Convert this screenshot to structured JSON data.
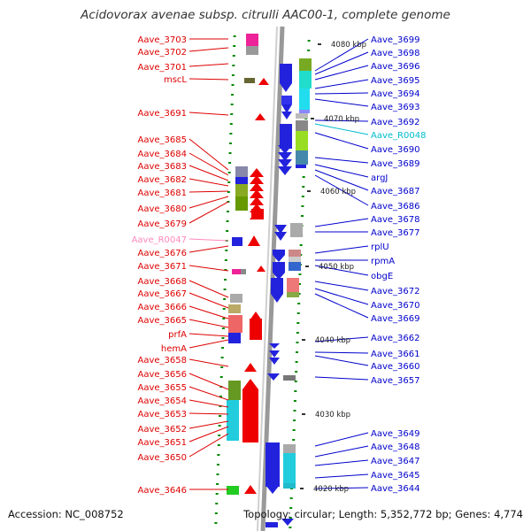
{
  "title": "Acidovorax avenae subsp. citrulli AAC00-1, complete genome",
  "footer": {
    "accession": "Accession: NC_008752",
    "topology": "Topology: circular; Length: 5,352,772 bp; Genes: 4,774"
  },
  "colors": {
    "left_label": "#dd0000",
    "right_label": "#0000cc",
    "rna_right_label": "#00bbcc",
    "rna_left_label": "#ff88bb",
    "backbone": "#999999",
    "tick": "#008800"
  },
  "kbp_markers": [
    "4080 kbp",
    "4070 kbp",
    "4060 kbp",
    "4050 kbp",
    "4040 kbp",
    "4030 kbp",
    "4020 kbp"
  ],
  "left_labels": [
    "Aave_3703",
    "Aave_3702",
    "Aave_3701",
    "mscL",
    "Aave_3691",
    "Aave_3685",
    "Aave_3684",
    "Aave_3683",
    "Aave_3682",
    "Aave_3681",
    "Aave_3680",
    "Aave_3679",
    "Aave_R0047",
    "Aave_3676",
    "Aave_3671",
    "Aave_3668",
    "Aave_3667",
    "Aave_3666",
    "Aave_3665",
    "prfA",
    "hemA",
    "Aave_3658",
    "Aave_3656",
    "Aave_3655",
    "Aave_3654",
    "Aave_3653",
    "Aave_3652",
    "Aave_3651",
    "Aave_3650",
    "Aave_3646"
  ],
  "right_labels": [
    "Aave_3699",
    "Aave_3698",
    "Aave_3696",
    "Aave_3695",
    "Aave_3694",
    "Aave_3693",
    "Aave_3692",
    "Aave_R0048",
    "Aave_3690",
    "Aave_3689",
    "argJ",
    "Aave_3687",
    "Aave_3686",
    "Aave_3678",
    "Aave_3677",
    "rplU",
    "rpmA",
    "obgE",
    "Aave_3672",
    "Aave_3670",
    "Aave_3669",
    "Aave_3662",
    "Aave_3661",
    "Aave_3660",
    "Aave_3657",
    "Aave_3649",
    "Aave_3648",
    "Aave_3647",
    "Aave_3645",
    "Aave_3644"
  ]
}
